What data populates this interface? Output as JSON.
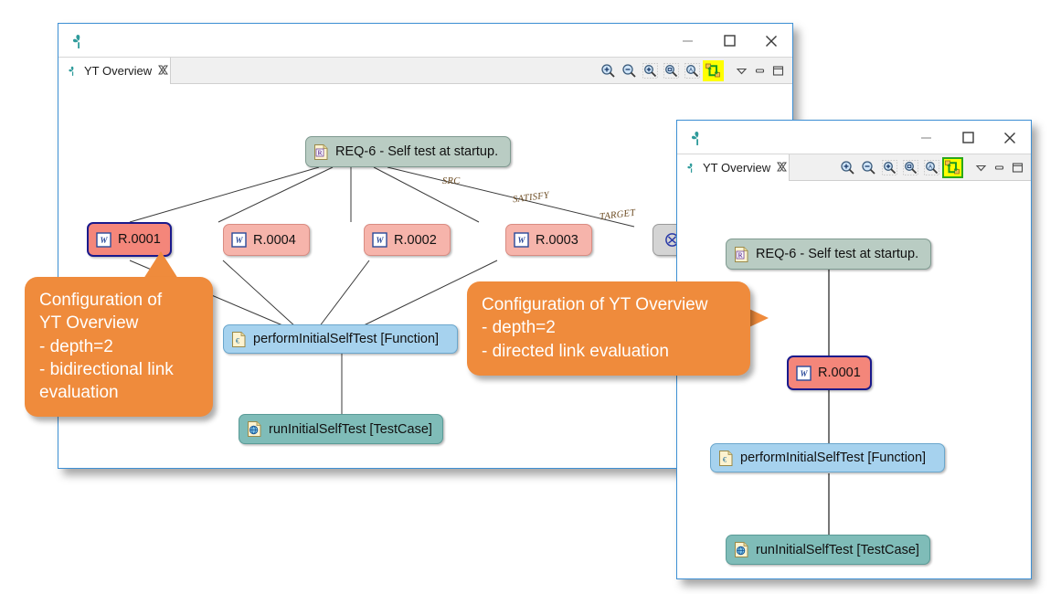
{
  "back_window": {
    "title": "",
    "app_icon": "yt-logo-icon",
    "controls": {
      "minimize": "—",
      "maximize": "☐",
      "close": "✕"
    },
    "tab": {
      "label": "YT Overview",
      "icon": "yt-logo-icon",
      "close": "✖"
    },
    "toolbar": [
      {
        "name": "zoom-in-icon",
        "label": "Zoom In",
        "highlighted": false
      },
      {
        "name": "zoom-out-icon",
        "label": "Zoom Out",
        "highlighted": false
      },
      {
        "name": "zoom-actual-icon",
        "label": "Zoom 100%",
        "highlighted": false
      },
      {
        "name": "zoom-fit-icon",
        "label": "Fit to Window",
        "highlighted": false
      },
      {
        "name": "zoom-selection-icon",
        "label": "Zoom to Selection",
        "highlighted": false
      },
      {
        "name": "refresh-sync-icon",
        "label": "Refresh / Link Evaluation",
        "highlighted": true
      },
      {
        "name": "view-menu-icon",
        "label": "View Menu",
        "highlighted": false
      },
      {
        "name": "minimize-view-icon",
        "label": "Minimize",
        "highlighted": false
      },
      {
        "name": "maximize-view-icon",
        "label": "Maximize",
        "highlighted": false
      }
    ],
    "diagram": {
      "nodes": [
        {
          "id": "req6",
          "label": "REQ-6 - Self test at startup.",
          "icon": "requirement-doc-icon",
          "type": "req"
        },
        {
          "id": "r0001",
          "label": "R.0001",
          "icon": "word-doc-icon",
          "type": "wreq-sel"
        },
        {
          "id": "r0004",
          "label": "R.0004",
          "icon": "word-doc-icon",
          "type": "wreq"
        },
        {
          "id": "r0002",
          "label": "R.0002",
          "icon": "word-doc-icon",
          "type": "wreq"
        },
        {
          "id": "r0003",
          "label": "R.0003",
          "icon": "word-doc-icon",
          "type": "wreq"
        },
        {
          "id": "clipped",
          "label": "",
          "icon": "link-knot-icon",
          "type": "gray"
        },
        {
          "id": "func",
          "label": "performInitialSelfTest [Function]",
          "icon": "function-doc-icon",
          "type": "func"
        },
        {
          "id": "test",
          "label": "runInitialSelfTest [TestCase]",
          "icon": "testcase-globe-icon",
          "type": "test"
        }
      ],
      "edge_labels": [
        "SRC",
        "SATISFY",
        "TARGET"
      ]
    }
  },
  "front_window": {
    "title": "",
    "app_icon": "yt-logo-icon",
    "controls": {
      "minimize": "—",
      "maximize": "☐",
      "close": "✕"
    },
    "tab": {
      "label": "YT Overview",
      "icon": "yt-logo-icon",
      "close": "✖"
    },
    "toolbar": [
      {
        "name": "zoom-in-icon",
        "label": "Zoom In",
        "highlighted": false
      },
      {
        "name": "zoom-out-icon",
        "label": "Zoom Out",
        "highlighted": false
      },
      {
        "name": "zoom-actual-icon",
        "label": "Zoom 100%",
        "highlighted": false
      },
      {
        "name": "zoom-fit-icon",
        "label": "Fit to Window",
        "highlighted": false
      },
      {
        "name": "zoom-selection-icon",
        "label": "Zoom to Selection",
        "highlighted": false
      },
      {
        "name": "refresh-sync-icon",
        "label": "Refresh / Link Evaluation",
        "highlighted": true
      },
      {
        "name": "view-menu-icon",
        "label": "View Menu",
        "highlighted": false
      },
      {
        "name": "minimize-view-icon",
        "label": "Minimize",
        "highlighted": false
      },
      {
        "name": "maximize-view-icon",
        "label": "Maximize",
        "highlighted": false
      }
    ],
    "diagram": {
      "nodes": [
        {
          "id": "req6",
          "label": "REQ-6 - Self test at startup.",
          "icon": "requirement-doc-icon",
          "type": "req"
        },
        {
          "id": "r0001",
          "label": "R.0001",
          "icon": "word-doc-icon",
          "type": "wreq-sel"
        },
        {
          "id": "func",
          "label": "performInitialSelfTest [Function]",
          "icon": "function-doc-icon",
          "type": "func"
        },
        {
          "id": "test",
          "label": "runInitialSelfTest [TestCase]",
          "icon": "testcase-globe-icon",
          "type": "test"
        }
      ],
      "edge_labels": []
    }
  },
  "callouts": {
    "left": {
      "lines": [
        "Configuration of",
        "YT Overview",
        "- depth=2",
        "- bidirectional link",
        "evaluation"
      ],
      "color": "#ef8b3c",
      "text_color": "#ffffff",
      "tail": "up"
    },
    "right": {
      "lines": [
        "Configuration of YT Overview",
        "- depth=2",
        "- directed link evaluation"
      ],
      "color": "#ef8b3c",
      "text_color": "#ffffff",
      "tail": "right"
    }
  },
  "colors": {
    "window_border": "#3d8fd4",
    "highlight": "#ffff00",
    "highlight_ring": "#2aa81a",
    "req_node": "#b9ccc3",
    "wreq_node": "#f6b4ab",
    "wreq_selected": "#f4867a",
    "selection_border": "#1a1a8c",
    "function_node": "#a6d2ee",
    "testcase_node": "#7fbcb8",
    "callout": "#ef8b3c",
    "edge_label": "#6b4a20"
  }
}
